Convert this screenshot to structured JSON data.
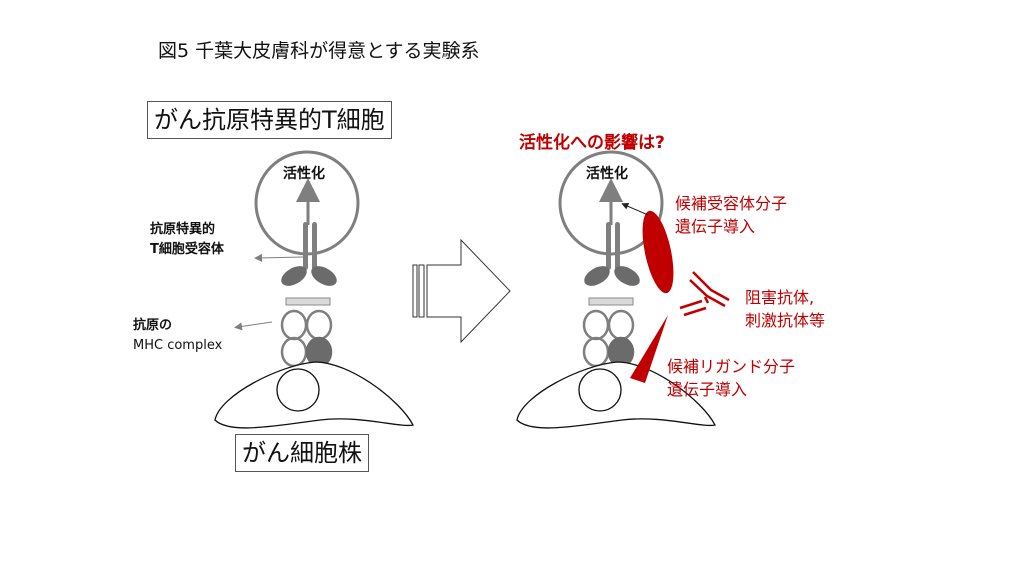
{
  "title": "図5  千葉大皮膚科が得意とする実験系",
  "left_panel": {
    "t_cell_label": "がん抗原特異的T細胞",
    "activation_label": "活性化",
    "tcr_label_line1": "抗原特異的",
    "tcr_label_line2": "T細胞受容体",
    "mhc_label_line1": "抗原の",
    "mhc_label_line2": "MHC complex",
    "cancer_cell_label": "がん細胞株"
  },
  "right_panel": {
    "question": "活性化への影響は?",
    "activation_label": "活性化",
    "receptor_line1": "候補受容体分子",
    "receptor_line2": "遺伝子導入",
    "antibody_line1": "阻害抗体,",
    "antibody_line2": "刺激抗体等",
    "ligand_line1": "候補リガンド分子",
    "ligand_line2": "遺伝子導入"
  },
  "colors": {
    "accent_red": "#c00000",
    "gray": "#7f7f7f",
    "dark_gray": "#6b6b6b",
    "light_gray": "#d9d9d9"
  }
}
